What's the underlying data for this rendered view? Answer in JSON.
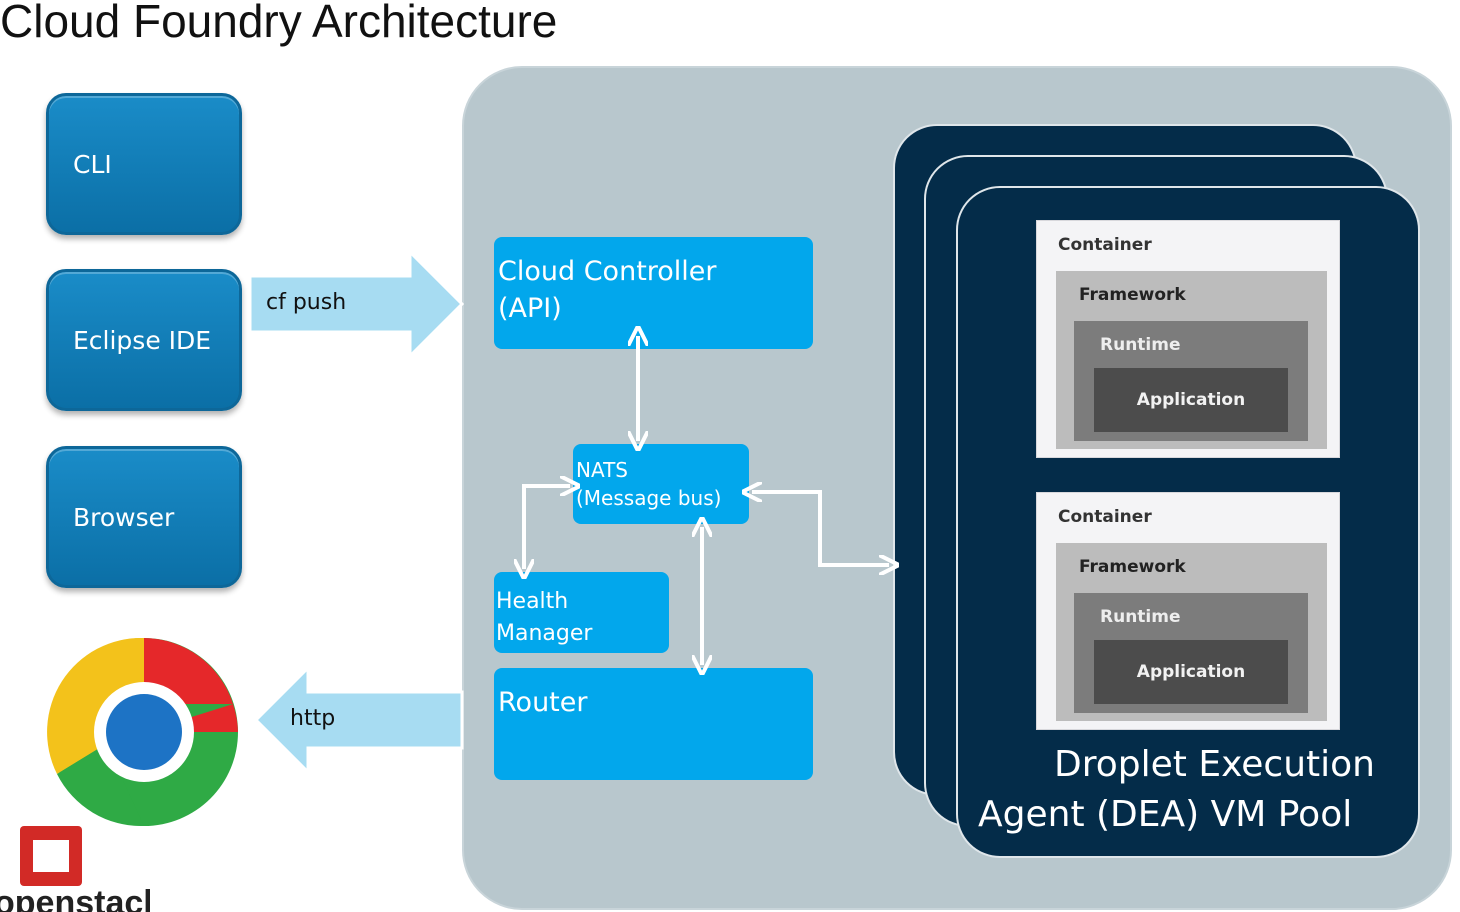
{
  "title": "Cloud Foundry Architecture",
  "clients": [
    "CLI",
    "Eclipse IDE",
    "Browser"
  ],
  "arrows": {
    "push_label": "cf push",
    "http_label": "http"
  },
  "components": {
    "cloud_controller": [
      "Cloud Controller",
      "(API)"
    ],
    "nats": [
      "NATS",
      "(Message bus)"
    ],
    "health_manager": [
      "Health",
      "Manager"
    ],
    "router": "Router"
  },
  "dea": {
    "line1": "Droplet Execution",
    "line2": "Agent (DEA)  VM Pool",
    "containers": [
      {
        "container": "Container",
        "framework": "Framework",
        "runtime": "Runtime",
        "application": "Application"
      },
      {
        "container": "Container",
        "framework": "Framework",
        "runtime": "Runtime",
        "application": "Application"
      }
    ]
  },
  "logos": {
    "openstack": "openstack"
  },
  "colors": {
    "client_blue": "#1a8cc8",
    "component_blue": "#02a7ec",
    "dea_navy": "#042c49",
    "arrow_light": "#a7dcf2",
    "panel_grey": "#b8c7cd"
  }
}
